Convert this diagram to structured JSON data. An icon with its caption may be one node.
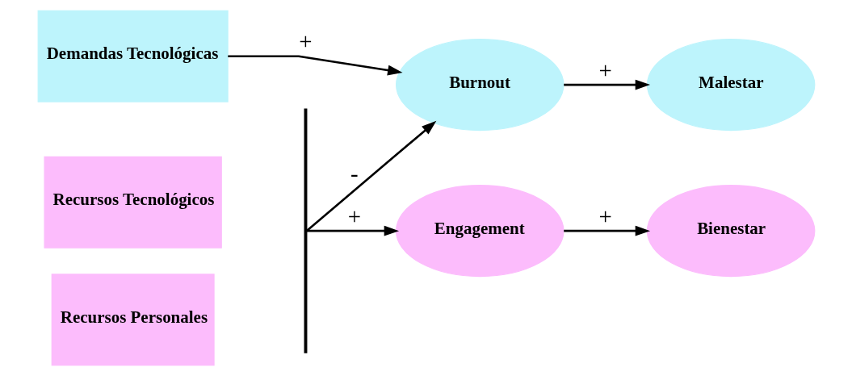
{
  "diagram": {
    "nodes": [
      {
        "text": [
          "Demandas Tecnológicas"
        ]
      },
      {
        "text": [
          "Recursos Tecnológicos"
        ]
      },
      {
        "text": [
          "Recursos Personales"
        ]
      },
      {
        "text": [],
        "shape": "bar"
      },
      {
        "text": [
          "Burnout"
        ]
      },
      {
        "text": [
          "Malestar"
        ]
      },
      {
        "text": [
          "Engagement"
        ]
      },
      {
        "text": [
          "Bienestar"
        ]
      }
    ],
    "edges": [
      {
        "from": 0,
        "to": 4,
        "arrow": "to",
        "label": "+"
      },
      {
        "from": 3,
        "to": 4,
        "arrow": "to",
        "label": "-"
      },
      {
        "from": 3,
        "to": 6,
        "arrow": "to",
        "label": "+"
      },
      {
        "from": 4,
        "to": 5,
        "arrow": "to",
        "label": "+"
      },
      {
        "from": 6,
        "to": 7,
        "arrow": "to",
        "label": "+"
      }
    ]
  }
}
